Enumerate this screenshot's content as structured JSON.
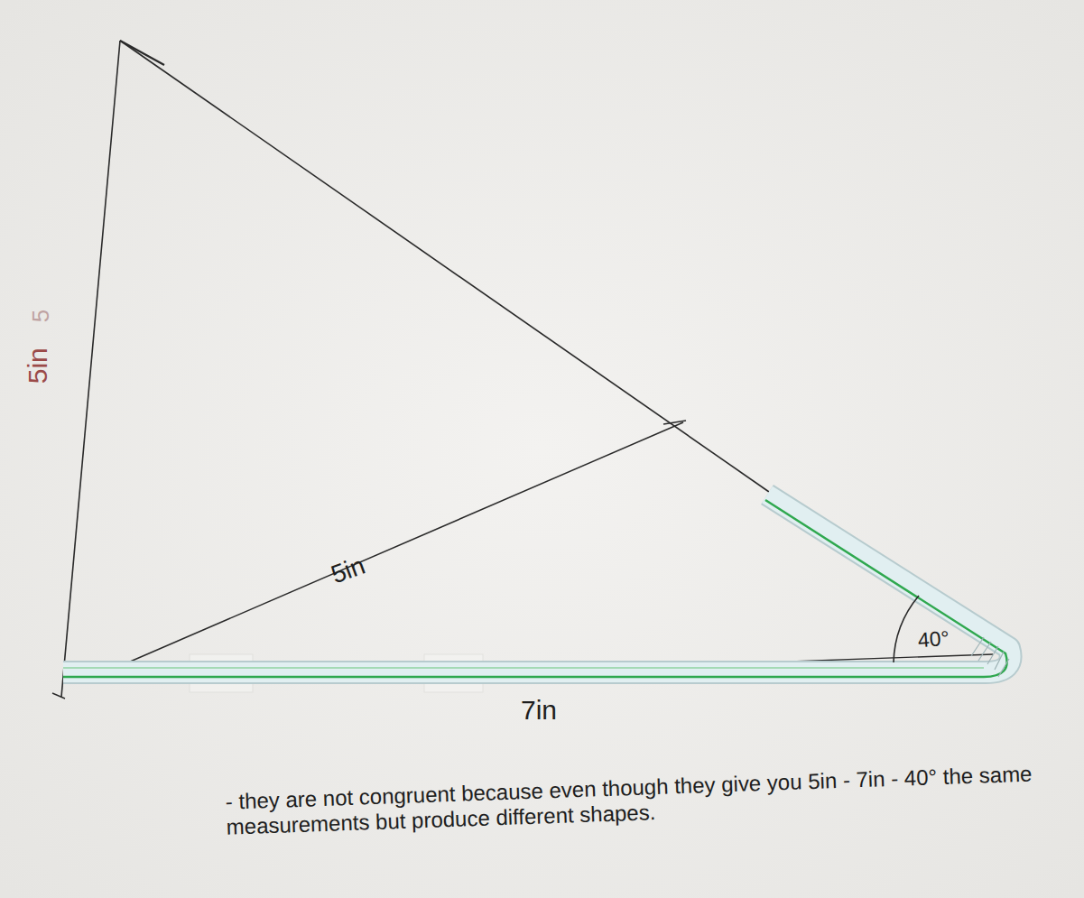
{
  "diagram": {
    "labels": [
      "5in",
      "5",
      "5in",
      "40°",
      "7in",
      "- they are not congruent because even though they give you 5in - 7in - 40° the same measurements but produce different shapes."
    ]
  }
}
